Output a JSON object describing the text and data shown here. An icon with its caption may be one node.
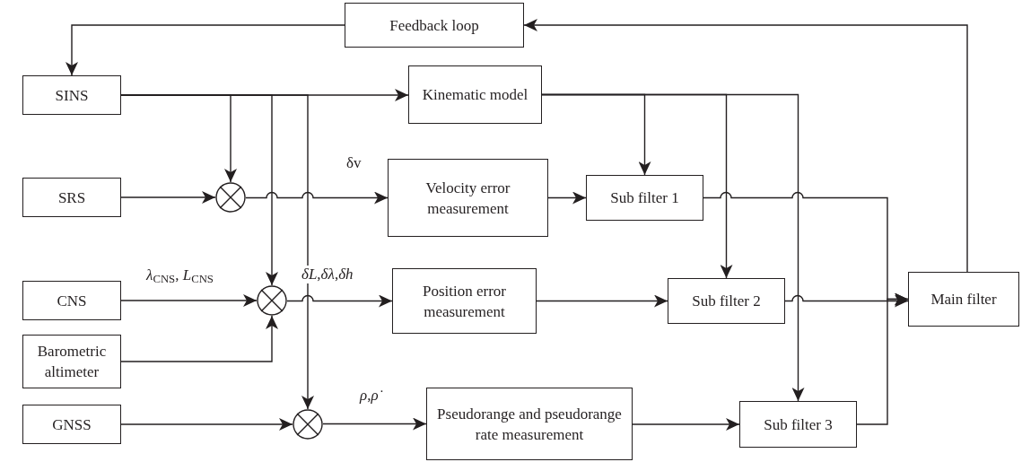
{
  "diagram": {
    "nodes": [
      {
        "text": [
          "Feedback loop"
        ]
      },
      {
        "text": [
          "SINS"
        ]
      },
      {
        "text": [
          "Kinematic model"
        ]
      },
      {
        "text": [
          "SRS"
        ]
      },
      {
        "text": [],
        "shape": "circle"
      },
      {
        "text": [
          "Velocity error measurement"
        ]
      },
      {
        "text": [
          "Sub filter 1"
        ]
      },
      {
        "text": [
          "CNS"
        ]
      },
      {
        "text": [],
        "shape": "circle"
      },
      {
        "text": [
          "Position error measurement"
        ]
      },
      {
        "text": [
          "Sub filter 2"
        ]
      },
      {
        "text": [
          "Barometric altimeter"
        ]
      },
      {
        "text": [
          "GNSS"
        ]
      },
      {
        "text": [],
        "shape": "circle"
      },
      {
        "text": [
          "Pseudorange and pseudorange rate measurement"
        ]
      },
      {
        "text": [
          "Sub filter 3"
        ]
      },
      {
        "text": [
          "Main filter"
        ]
      }
    ],
    "edges": [
      {
        "from": 16,
        "to": 0,
        "arrow": "to"
      },
      {
        "from": 0,
        "to": 1,
        "arrow": "to"
      },
      {
        "from": 1,
        "to": 2,
        "arrow": "to"
      },
      {
        "from": 1,
        "to": 4,
        "arrow": "to"
      },
      {
        "from": 1,
        "to": 8,
        "arrow": "to"
      },
      {
        "from": 1,
        "to": 13,
        "arrow": "to"
      },
      {
        "from": 3,
        "to": 4,
        "arrow": "to"
      },
      {
        "from": 4,
        "to": 5,
        "arrow": "to",
        "label": "δv"
      },
      {
        "from": 5,
        "to": 6,
        "arrow": "to"
      },
      {
        "from": 2,
        "to": 6,
        "arrow": "to"
      },
      {
        "from": 2,
        "to": 10,
        "arrow": "to"
      },
      {
        "from": 2,
        "to": 15,
        "arrow": "to"
      },
      {
        "from": 7,
        "to": 8,
        "arrow": "to",
        "label": "*λ*$_{CNS}$, *L*$_{CNS}$"
      },
      {
        "from": 11,
        "to": 8,
        "arrow": "to"
      },
      {
        "from": 8,
        "to": 9,
        "arrow": "to",
        "label": "*δL*,*δλ*,*δh*"
      },
      {
        "from": 9,
        "to": 10,
        "arrow": "to"
      },
      {
        "from": 12,
        "to": 13,
        "arrow": "to"
      },
      {
        "from": 13,
        "to": 14,
        "arrow": "to",
        "label": "*ρ*,*ρ̇*"
      },
      {
        "from": 14,
        "to": 15,
        "arrow": "to"
      },
      {
        "from": 6,
        "to": 16,
        "arrow": "to"
      },
      {
        "from": 10,
        "to": 16,
        "arrow": "to"
      },
      {
        "from": 15,
        "to": 16,
        "arrow": "to"
      }
    ]
  }
}
